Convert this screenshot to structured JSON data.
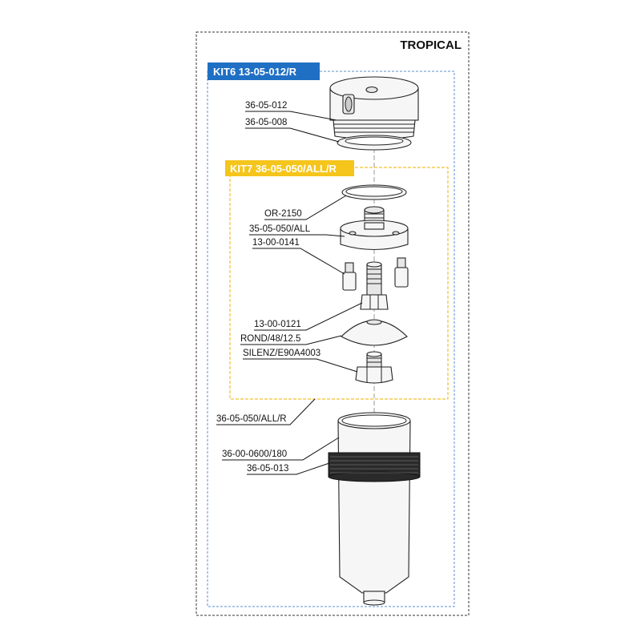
{
  "page_title": "TROPICAL",
  "kit6": {
    "label": "KIT6 13-05-012/R",
    "color": "#1f6fc4",
    "border_color": "#5b8fd0"
  },
  "kit7": {
    "label": "KIT7 36-05-050/ALL/R",
    "color": "#f5c51c",
    "border_color": "#f2c12e"
  },
  "parts": {
    "cap": "36-05-012",
    "cap_seal": "36-05-008",
    "oring": "OR-2150",
    "deflector": "35-05-050/ALL",
    "pins": "13-00-0141",
    "stem": "13-00-0121",
    "disc": "ROND/48/12.5",
    "silencer": "SILENZ/E90A4003",
    "assembly": "36-05-050/ALL/R",
    "bowl": "36-00-0600/180",
    "ring": "36-05-013"
  }
}
